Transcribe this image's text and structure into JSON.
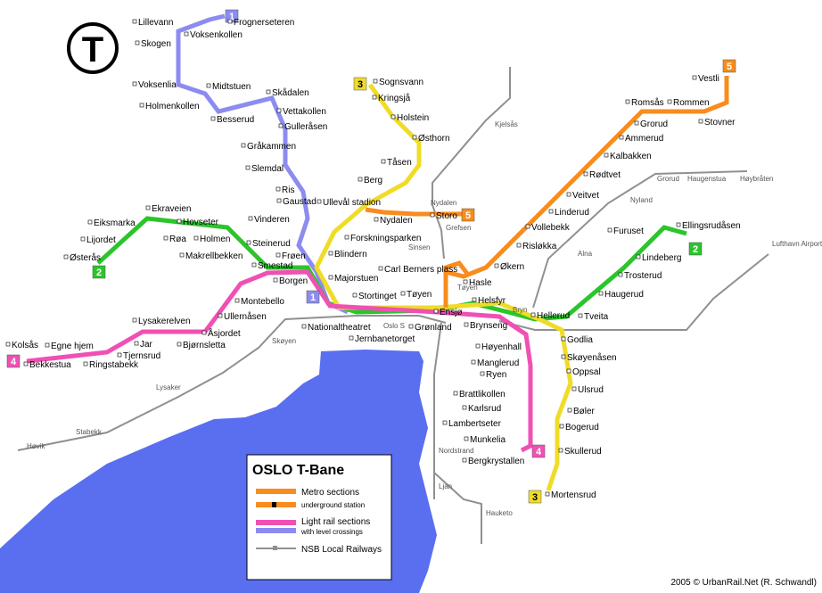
{
  "logo_letter": "T",
  "credit": "2005 © UrbanRail.Net (R. Schwandl)",
  "colors": {
    "line1": "#8c8cf0",
    "line2": "#2bc52b",
    "line3": "#f0dc28",
    "line4": "#f050b4",
    "line5": "#f88c1e",
    "rail": "#909090",
    "water": "#5a6ef0"
  },
  "line_badges": [
    {
      "label": "1",
      "color": "#8c8cf0",
      "text_color": "#ffffff"
    },
    {
      "label": "1",
      "color": "#8c8cf0",
      "text_color": "#ffffff"
    },
    {
      "label": "2",
      "color": "#2bc52b",
      "text_color": "#ffffff"
    },
    {
      "label": "2",
      "color": "#2bc52b",
      "text_color": "#ffffff"
    },
    {
      "label": "3",
      "color": "#f0dc28",
      "text_color": "#000000"
    },
    {
      "label": "3",
      "color": "#f0dc28",
      "text_color": "#000000"
    },
    {
      "label": "4",
      "color": "#f050b4",
      "text_color": "#ffffff"
    },
    {
      "label": "4",
      "color": "#f050b4",
      "text_color": "#ffffff"
    },
    {
      "label": "5",
      "color": "#f88c1e",
      "text_color": "#ffffff"
    },
    {
      "label": "5",
      "color": "#f88c1e",
      "text_color": "#ffffff"
    }
  ],
  "stations": [
    "Frognerseteren",
    "Lillevann",
    "Voksenkollen",
    "Skogen",
    "Voksenlia",
    "Midtstuen",
    "Holmenkollen",
    "Skådalen",
    "Besserud",
    "Vettakollen",
    "Gulleråsen",
    "Gråkammen",
    "Slemdal",
    "Ris",
    "Gaustad",
    "Vinderen",
    "Steinerud",
    "Frøen",
    "Smestad",
    "Borgen",
    "Majorstuen",
    "Ekraveien",
    "Eiksmarka",
    "Hovseter",
    "Lijordet",
    "Røa",
    "Holmen",
    "Østerås",
    "Makrellbekken",
    "Montebello",
    "Ullernåsen",
    "Lysakerelven",
    "Åsjordet",
    "Jar",
    "Bjørnsletta",
    "Tjernsrud",
    "Kolsås",
    "Egne hjem",
    "Bekkestua",
    "Ringstabekk",
    "Sognsvann",
    "Kringsjå",
    "Holstein",
    "Østhorn",
    "Tåsen",
    "Berg",
    "Ullevål stadion",
    "Nydalen",
    "Storo",
    "Forskningsparken",
    "Blindern",
    "Carl Berners plass",
    "Hasle",
    "Økern",
    "Risløkka",
    "Vollebekk",
    "Linderud",
    "Veitvet",
    "Rødtvet",
    "Kalbakken",
    "Ammerud",
    "Grorud",
    "Romsås",
    "Rommen",
    "Stovner",
    "Vestli",
    "Stortinget",
    "Tøyen",
    "Nationaltheatret",
    "Jernbanetorget",
    "Grønland",
    "Ensjø",
    "Helsfyr",
    "Brynseng",
    "Ellingsrudåsen",
    "Furuset",
    "Lindeberg",
    "Trosterud",
    "Haugerud",
    "Tveita",
    "Hellerud",
    "Godlia",
    "Skøyenåsen",
    "Oppsal",
    "Ulsrud",
    "Bøler",
    "Bogerud",
    "Skullerud",
    "Mortensrud",
    "Høyenhall",
    "Manglerud",
    "Ryen",
    "Brattlikollen",
    "Karlsrud",
    "Lambertseter",
    "Munkelia",
    "Bergkrystallen"
  ],
  "rail_stations": [
    "Kjelsås",
    "Nydalen",
    "Grefsen",
    "Sinsen",
    "Grorud",
    "Haugenstua",
    "Høybråten",
    "Nyland",
    "Alna",
    "Lufthavn Airport",
    "Bryn",
    "Oslo S",
    "Skøyen",
    "Lysaker",
    "Stabekk",
    "Høvik",
    "Nordstrand",
    "Ljan",
    "Hauketo",
    "Tøyen"
  ],
  "legend": {
    "title": "OSLO T-Bane",
    "items": [
      {
        "label": "Metro sections",
        "color": "#f88c1e"
      },
      {
        "label": "underground station",
        "color": "#f88c1e"
      },
      {
        "label": "Light rail sections",
        "color": "#f050b4"
      },
      {
        "label": "with level crossings",
        "color": "#8c8cf0"
      },
      {
        "label": "NSB Local Railways",
        "color": "#909090"
      }
    ]
  }
}
